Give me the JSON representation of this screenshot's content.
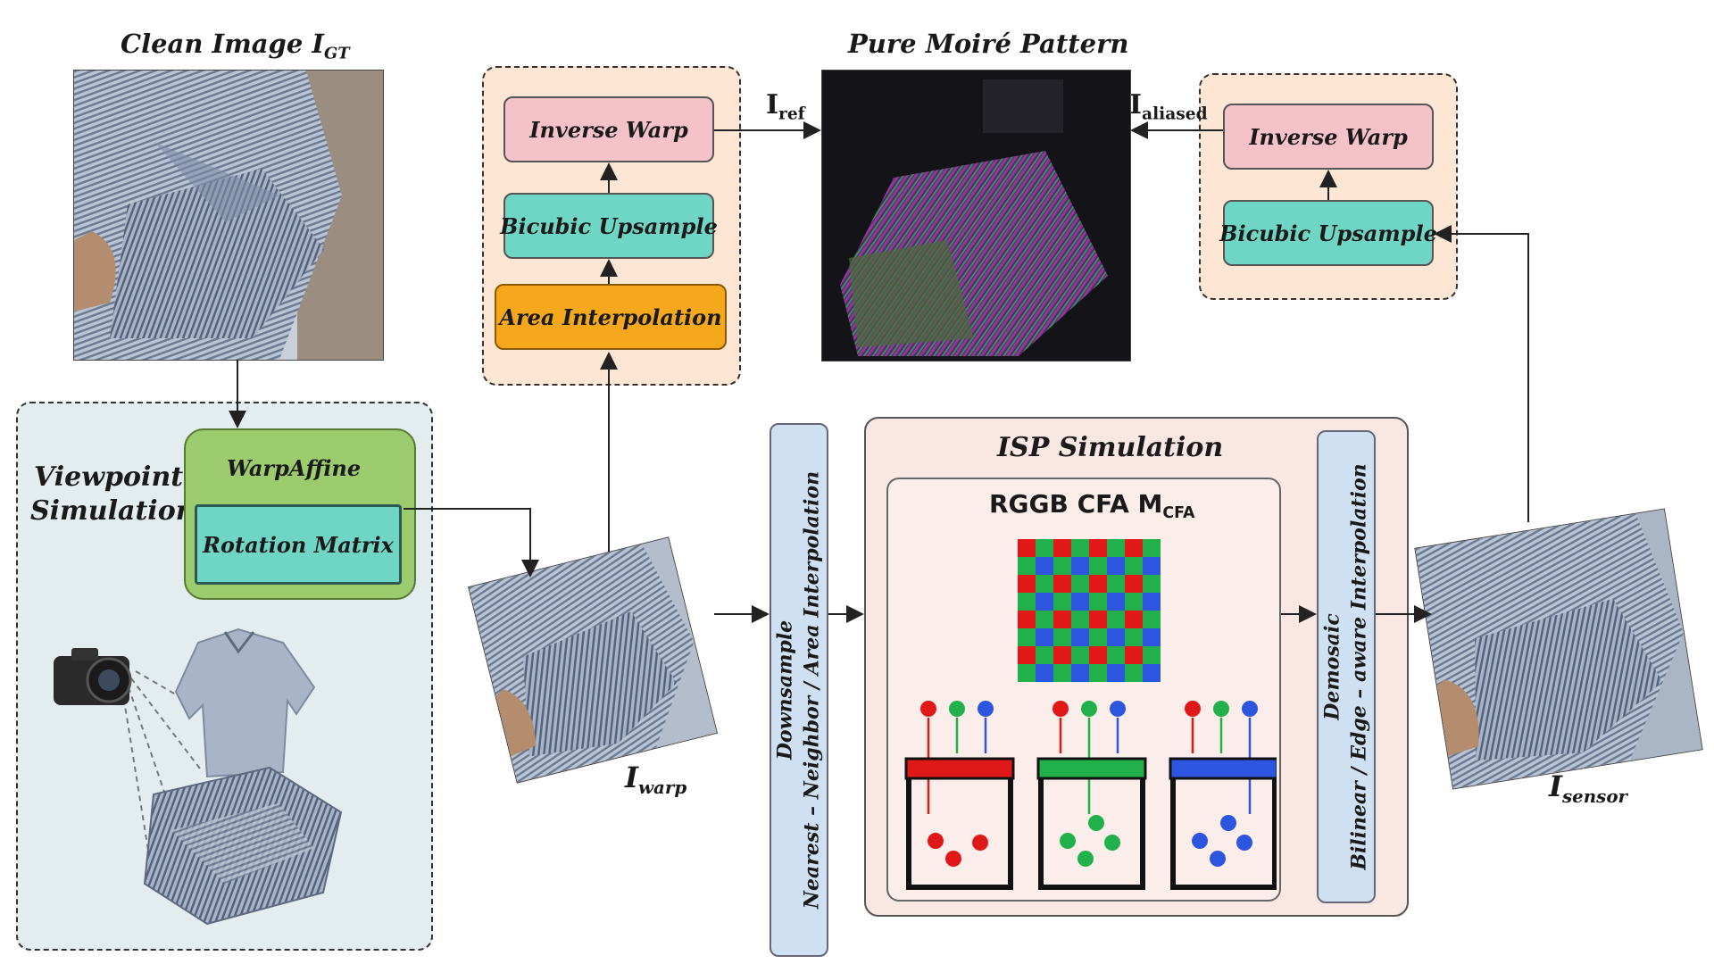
{
  "clean_image": {
    "label": "Clean Image I",
    "sub": "GT"
  },
  "pure_moire": {
    "label": "Pure Moiré Pattern"
  },
  "left_branch": {
    "inverse_warp": "Inverse Warp",
    "bicubic_upsample": "Bicubic Upsample",
    "area_interpolation": "Area Interpolation"
  },
  "right_branch": {
    "inverse_warp": "Inverse Warp",
    "bicubic_upsample": "Bicubic Upsample"
  },
  "i_ref": {
    "label": "I",
    "sub": "ref"
  },
  "i_aliased": {
    "label": "I",
    "sub": "aliased"
  },
  "viewpoint": {
    "title_line1": "Viewpoint",
    "title_line2": "Simulation",
    "warp_affine": "WarpAffine",
    "rotation_matrix": "Rotation Matrix"
  },
  "i_warp": {
    "label": "I",
    "sub": "warp"
  },
  "downsample": {
    "line1": "Downsample",
    "line2": "Nearest – Neighbor / Area Interpolation"
  },
  "isp": {
    "title": "ISP Simulation",
    "cfa_label": "RGGB CFA M",
    "cfa_sub": "CFA"
  },
  "demosaic": {
    "line1": "Demosaic",
    "line2": "Bilinear / Edge – aware Interpolation"
  },
  "i_sensor": {
    "label": "I",
    "sub": "sensor"
  },
  "colors": {
    "panel_fill": "#fde6d3",
    "viewpoint_fill": "#e3edf0",
    "isp_fill": "#f9e7e3",
    "warp_green": "#9ccc6d",
    "rotation_teal": "#6fd6c5",
    "red": "#e01818",
    "green": "#22b04a",
    "blue": "#2d55e0"
  }
}
